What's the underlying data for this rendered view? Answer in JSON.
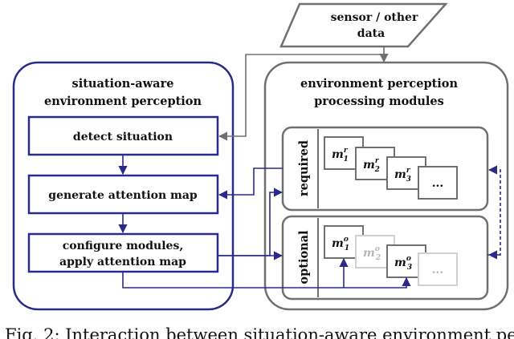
{
  "colors": {
    "blue": "#2a2a8a",
    "gray": "#707070",
    "faded": "#c4c4c4"
  },
  "sensor": {
    "line1": "sensor / other",
    "line2": "data"
  },
  "left_panel": {
    "title_line1": "situation-aware",
    "title_line2": "environment perception",
    "steps": [
      {
        "label": "detect situation"
      },
      {
        "label": "generate attention map"
      },
      {
        "label_line1": "configure modules,",
        "label_line2": "apply attention map"
      }
    ]
  },
  "right_panel": {
    "title_line1": "environment perception",
    "title_line2": "processing modules",
    "required": {
      "label": "required",
      "modules": [
        {
          "base": "m",
          "sup": "r",
          "sub": "1"
        },
        {
          "base": "m",
          "sup": "r",
          "sub": "2"
        },
        {
          "base": "m",
          "sup": "r",
          "sub": "3"
        },
        {
          "label": "..."
        }
      ]
    },
    "optional": {
      "label": "optional",
      "modules": [
        {
          "base": "m",
          "sup": "o",
          "sub": "1"
        },
        {
          "base": "m",
          "sup": "o",
          "sub": "2",
          "faded": true
        },
        {
          "base": "m",
          "sup": "o",
          "sub": "3"
        },
        {
          "label": "...",
          "faded": true
        }
      ]
    }
  },
  "caption": "Fig. 2: Interaction between situation-aware environment per"
}
